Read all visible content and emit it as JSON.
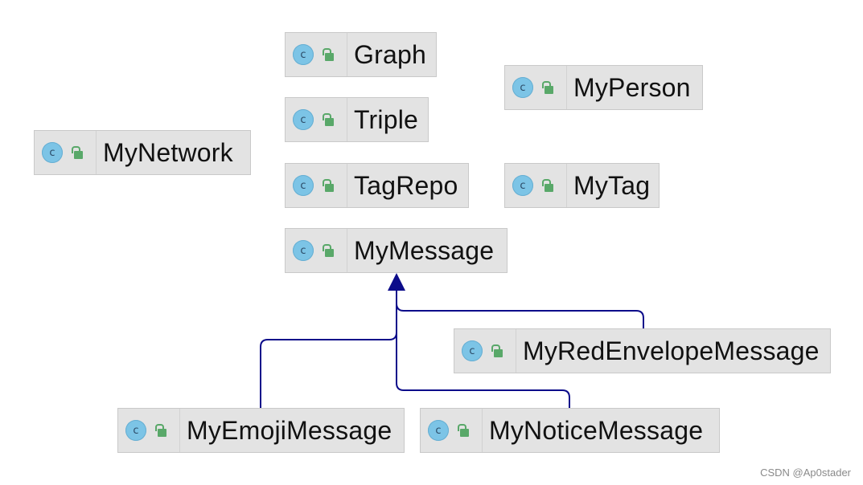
{
  "diagram": {
    "classes": {
      "graph": {
        "label": "Graph",
        "icon": "class-c-icon",
        "visibility_icon": "public-lock-icon",
        "icon_letter": "c"
      },
      "myperson": {
        "label": "MyPerson",
        "icon": "class-c-icon",
        "visibility_icon": "public-lock-icon",
        "icon_letter": "c"
      },
      "triple": {
        "label": "Triple",
        "icon": "class-c-icon",
        "visibility_icon": "public-lock-icon",
        "icon_letter": "c"
      },
      "mynetwork": {
        "label": "MyNetwork",
        "icon": "class-c-icon",
        "visibility_icon": "public-lock-icon",
        "icon_letter": "c"
      },
      "tagrepo": {
        "label": "TagRepo",
        "icon": "class-c-icon",
        "visibility_icon": "public-lock-icon",
        "icon_letter": "c"
      },
      "mytag": {
        "label": "MyTag",
        "icon": "class-c-icon",
        "visibility_icon": "public-lock-icon",
        "icon_letter": "c"
      },
      "mymessage": {
        "label": "MyMessage",
        "icon": "class-c-icon",
        "visibility_icon": "public-lock-icon",
        "icon_letter": "c"
      },
      "myredenvelopemessage": {
        "label": "MyRedEnvelopeMessage",
        "icon": "class-c-icon",
        "visibility_icon": "public-lock-icon",
        "icon_letter": "c"
      },
      "myemojimessage": {
        "label": "MyEmojiMessage",
        "icon": "class-c-icon",
        "visibility_icon": "public-lock-icon",
        "icon_letter": "c"
      },
      "mynoticemessage": {
        "label": "MyNoticeMessage",
        "icon": "class-c-icon",
        "visibility_icon": "public-lock-icon",
        "icon_letter": "c"
      }
    },
    "inheritance": [
      {
        "from": "MyRedEnvelopeMessage",
        "to": "MyMessage"
      },
      {
        "from": "MyEmojiMessage",
        "to": "MyMessage"
      },
      {
        "from": "MyNoticeMessage",
        "to": "MyMessage"
      }
    ],
    "colors": {
      "node_fill": "#e3e3e3",
      "node_border": "#c9c9c9",
      "class_icon": "#7cc4e6",
      "lock_icon": "#59a869",
      "edge": "#0c0c8a"
    }
  },
  "watermark": "CSDN @Ap0stader"
}
